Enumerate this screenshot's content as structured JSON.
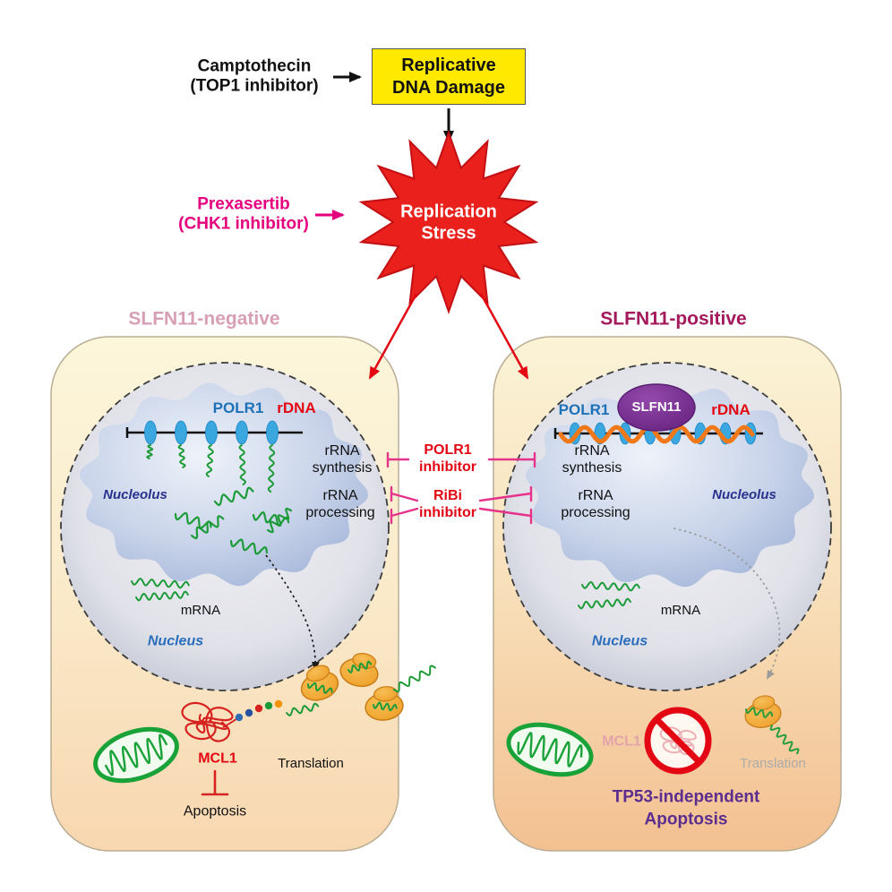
{
  "colors": {
    "damage_box_yellow": "#FFE900",
    "stress_star_red": "#E9201B",
    "arrow_red": "#E30613",
    "magenta": "#E5007E",
    "inhibitor_link_pink": "#E5338C",
    "heading_negative_pink": "#D79FB5",
    "heading_positive_plum": "#A3195B",
    "polr1_blue": "#1D71B8",
    "rdna_red": "#E30613",
    "nucleolus_navy": "#28318C",
    "nucleus_blue": "#2A6EBB",
    "rna_green": "#1C9B38",
    "ribosome_orange": "#EE9C23",
    "slfn11_purple": "#6A2380",
    "mcl1_red": "#D6231F",
    "tp53_purple": "#5B2D8E"
  },
  "top": {
    "camptothecin": {
      "line1": "Camptothecin",
      "line2": "(TOP1 inhibitor)"
    },
    "dna_damage": {
      "line1": "Replicative",
      "line2": "DNA Damage"
    },
    "stress": {
      "line1": "Replication",
      "line2": "Stress"
    },
    "prexasertib": {
      "line1": "Prexasertib",
      "line2": "(CHK1 inhibitor)"
    }
  },
  "inhibitors": {
    "polr1": {
      "line1": "POLR1",
      "line2": "inhibitor"
    },
    "ribi": {
      "line1": "RiBi",
      "line2": "inhibitor"
    }
  },
  "left_cell": {
    "heading": "SLFN11-negative",
    "polr1": "POLR1",
    "rdna": "rDNA",
    "rrna_synthesis": {
      "line1": "rRNA",
      "line2": "synthesis"
    },
    "rrna_processing": {
      "line1": "rRNA",
      "line2": "processing"
    },
    "nucleolus": "Nucleolus",
    "nucleus": "Nucleus",
    "mrna": "mRNA",
    "mcl1": "MCL1",
    "translation": "Translation",
    "apoptosis": "Apoptosis"
  },
  "right_cell": {
    "heading": "SLFN11-positive",
    "polr1": "POLR1",
    "slfn11": "SLFN11",
    "rdna": "rDNA",
    "rrna_synthesis": {
      "line1": "rRNA",
      "line2": "synthesis"
    },
    "rrna_processing": {
      "line1": "rRNA",
      "line2": "processing"
    },
    "nucleolus": "Nucleolus",
    "nucleus": "Nucleus",
    "mrna": "mRNA",
    "mcl1": "MCL1",
    "translation": "Translation",
    "apoptosis": {
      "line1": "TP53-independent",
      "line2": "Apoptosis"
    }
  }
}
